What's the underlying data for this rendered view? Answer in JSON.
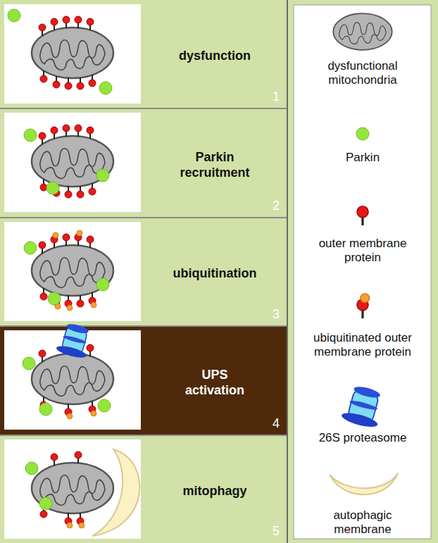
{
  "diagram": {
    "nodes": [
      {
        "text": [
          "dysfunction",
          "1"
        ]
      },
      {
        "text": [
          "Parkin recruitment",
          "2"
        ]
      },
      {
        "text": [
          "ubiquitination",
          "3"
        ]
      },
      {
        "text": [
          "UPS activation",
          "4"
        ]
      },
      {
        "text": [
          "mitophagy",
          "5"
        ]
      }
    ],
    "legend": [
      {
        "text": "dysfunctional mitochondria"
      },
      {
        "text": "Parkin"
      },
      {
        "text": "outer membrane protein"
      },
      {
        "text": "ubiquitinated outer membrane protein"
      },
      {
        "text": "26S proteasome"
      },
      {
        "text": "autophagic membrane"
      }
    ]
  }
}
